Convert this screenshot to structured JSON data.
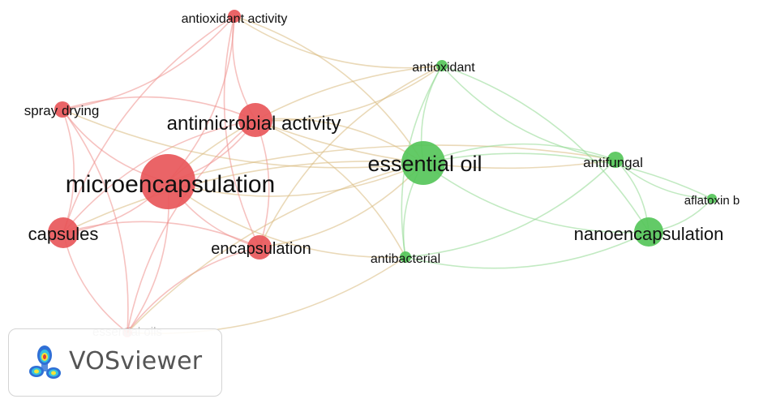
{
  "app": {
    "brand": "VOSviewer"
  },
  "legend": {
    "cluster_colors": {
      "red": "#e8575a",
      "green": "#56c55a"
    },
    "edge_colors": {
      "red": "#ef8f8c",
      "green": "#8fd98f",
      "mixed": "#d8b97e"
    }
  },
  "nodes": [
    {
      "id": "microencapsulation",
      "label": "microencapsulation",
      "cluster": "red",
      "weight": 5
    },
    {
      "id": "antimicrobial_activity",
      "label": "antimicrobial activity",
      "cluster": "red",
      "weight": 3
    },
    {
      "id": "capsules",
      "label": "capsules",
      "cluster": "red",
      "weight": 3
    },
    {
      "id": "encapsulation",
      "label": "encapsulation",
      "cluster": "red",
      "weight": 2
    },
    {
      "id": "spray_drying",
      "label": "spray drying",
      "cluster": "red",
      "weight": 1
    },
    {
      "id": "antioxidant_activity",
      "label": "antioxidant activity",
      "cluster": "red",
      "weight": 1
    },
    {
      "id": "essential_oils",
      "label": "essential oils",
      "cluster": "red",
      "weight": 1
    },
    {
      "id": "essential_oil",
      "label": "essential oil",
      "cluster": "green",
      "weight": 4
    },
    {
      "id": "nanoencapsulation",
      "label": "nanoencapsulation",
      "cluster": "green",
      "weight": 3
    },
    {
      "id": "antifungal",
      "label": "antifungal",
      "cluster": "green",
      "weight": 2
    },
    {
      "id": "antioxidant",
      "label": "antioxidant",
      "cluster": "green",
      "weight": 1
    },
    {
      "id": "antibacterial",
      "label": "antibacterial",
      "cluster": "green",
      "weight": 1
    },
    {
      "id": "aflatoxin_b",
      "label": "aflatoxin b",
      "cluster": "green",
      "weight": 1
    }
  ],
  "links": [
    [
      "microencapsulation",
      "antimicrobial_activity"
    ],
    [
      "microencapsulation",
      "capsules"
    ],
    [
      "microencapsulation",
      "encapsulation"
    ],
    [
      "microencapsulation",
      "spray_drying"
    ],
    [
      "microencapsulation",
      "antioxidant_activity"
    ],
    [
      "microencapsulation",
      "essential_oils"
    ],
    [
      "microencapsulation",
      "essential_oil"
    ],
    [
      "microencapsulation",
      "antioxidant"
    ],
    [
      "microencapsulation",
      "antibacterial"
    ],
    [
      "microencapsulation",
      "antifungal"
    ],
    [
      "antimicrobial_activity",
      "capsules"
    ],
    [
      "antimicrobial_activity",
      "encapsulation"
    ],
    [
      "antimicrobial_activity",
      "spray_drying"
    ],
    [
      "antimicrobial_activity",
      "antioxidant_activity"
    ],
    [
      "antimicrobial_activity",
      "essential_oils"
    ],
    [
      "antimicrobial_activity",
      "essential_oil"
    ],
    [
      "antimicrobial_activity",
      "antioxidant"
    ],
    [
      "antimicrobial_activity",
      "antibacterial"
    ],
    [
      "antimicrobial_activity",
      "antifungal"
    ],
    [
      "capsules",
      "encapsulation"
    ],
    [
      "capsules",
      "spray_drying"
    ],
    [
      "capsules",
      "antioxidant_activity"
    ],
    [
      "capsules",
      "essential_oils"
    ],
    [
      "capsules",
      "essential_oil"
    ],
    [
      "encapsulation",
      "essential_oil"
    ],
    [
      "encapsulation",
      "antioxidant_activity"
    ],
    [
      "encapsulation",
      "essential_oils"
    ],
    [
      "encapsulation",
      "antioxidant"
    ],
    [
      "spray_drying",
      "antioxidant_activity"
    ],
    [
      "spray_drying",
      "essential_oils"
    ],
    [
      "spray_drying",
      "essential_oil"
    ],
    [
      "antioxidant_activity",
      "essential_oil"
    ],
    [
      "antioxidant_activity",
      "antioxidant"
    ],
    [
      "essential_oils",
      "essential_oil"
    ],
    [
      "essential_oils",
      "antibacterial"
    ],
    [
      "essential_oil",
      "antioxidant"
    ],
    [
      "essential_oil",
      "antibacterial"
    ],
    [
      "essential_oil",
      "antifungal"
    ],
    [
      "essential_oil",
      "nanoencapsulation"
    ],
    [
      "essential_oil",
      "aflatoxin_b"
    ],
    [
      "antioxidant",
      "antifungal"
    ],
    [
      "antioxidant",
      "nanoencapsulation"
    ],
    [
      "antioxidant",
      "antibacterial"
    ],
    [
      "antifungal",
      "nanoencapsulation"
    ],
    [
      "antifungal",
      "aflatoxin_b"
    ],
    [
      "antifungal",
      "antibacterial"
    ],
    [
      "nanoencapsulation",
      "aflatoxin_b"
    ],
    [
      "nanoencapsulation",
      "antibacterial"
    ]
  ]
}
